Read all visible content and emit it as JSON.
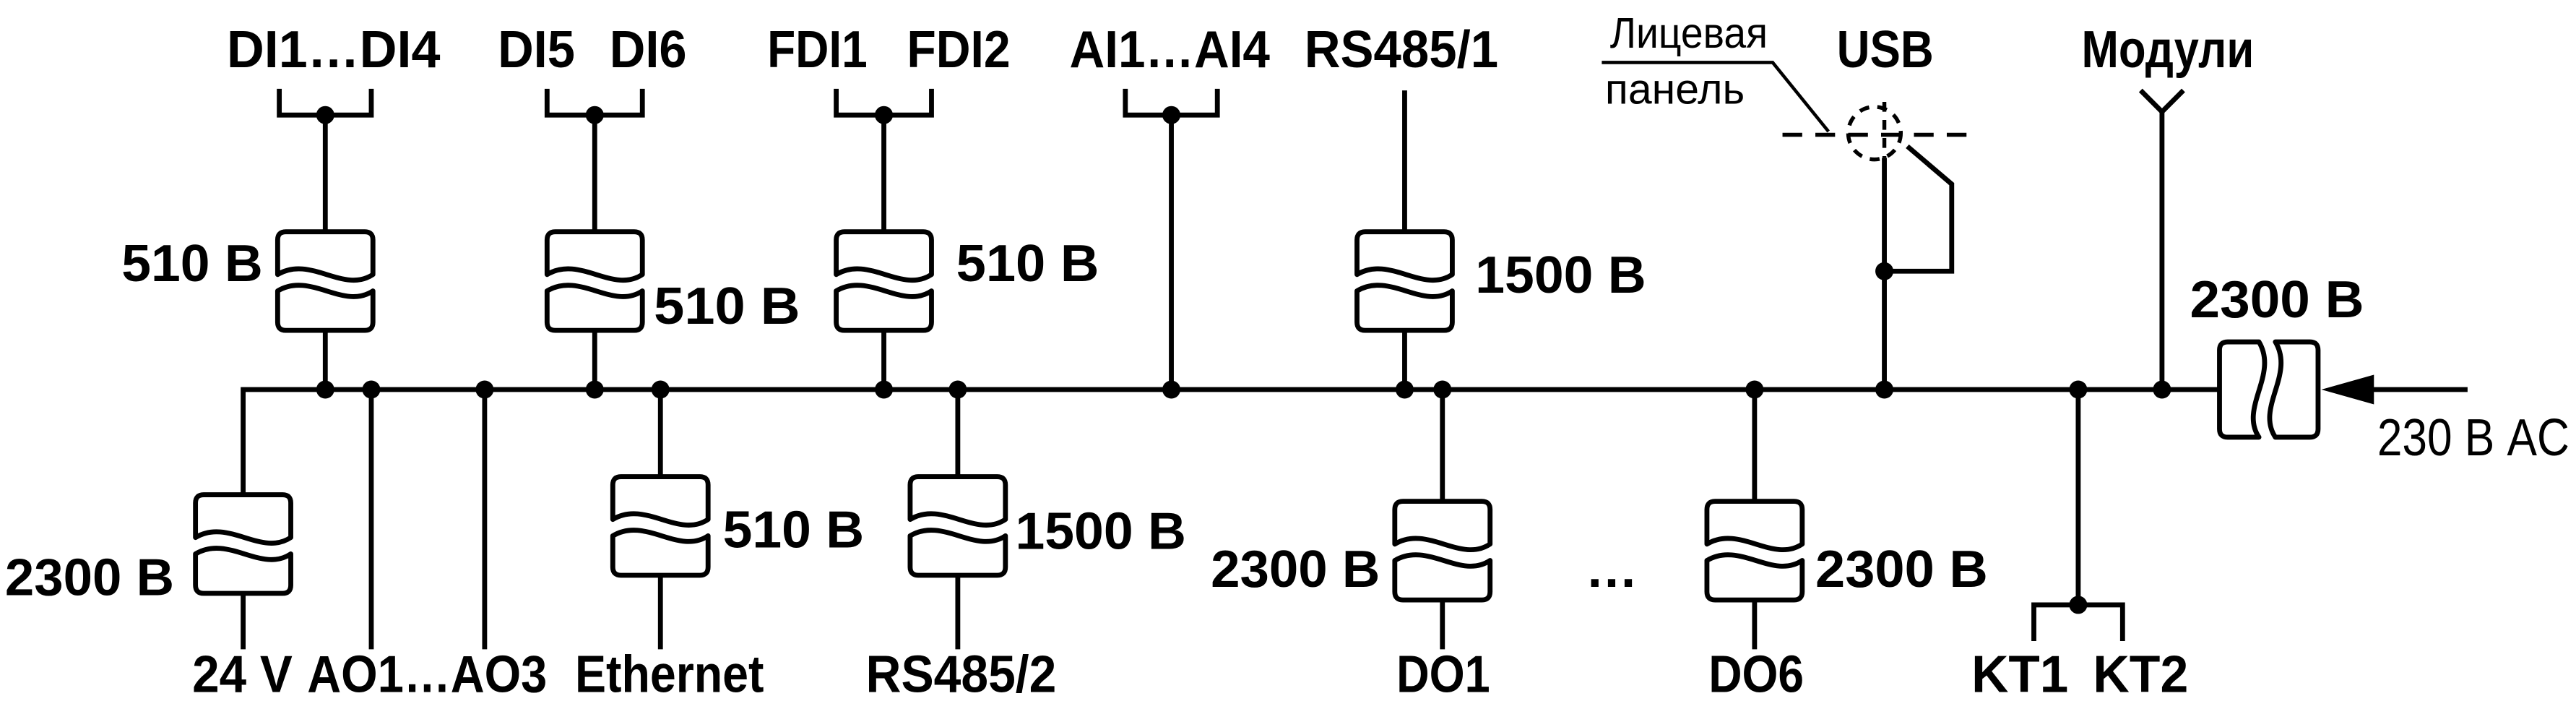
{
  "top": {
    "di1_di4": {
      "label": "DI1…DI4",
      "isolation": "510 В"
    },
    "di5_di6": {
      "labels": [
        "DI5",
        "DI6"
      ],
      "isolation": "510 В"
    },
    "fdi": {
      "labels": [
        "FDI1",
        "FDI2"
      ],
      "isolation": "510 В"
    },
    "ai": {
      "label": "AI1…AI4"
    },
    "rs485_1": {
      "label": "RS485/1",
      "isolation": "1500 В"
    },
    "usb": {
      "label": "USB",
      "callout": [
        "Лицевая",
        "панель"
      ]
    },
    "modules": {
      "label": "Модули"
    }
  },
  "power": {
    "isolation": "2300 В",
    "input": "230 В AC"
  },
  "bottom": {
    "supply": {
      "label": "24 V",
      "isolation": "2300 В"
    },
    "ao": {
      "label": "AO1…AO3"
    },
    "ethernet": {
      "label": "Ethernet",
      "isolation": "510 В"
    },
    "rs485_2": {
      "label": "RS485/2",
      "isolation": "1500 В"
    },
    "do1": {
      "label": "DO1",
      "isolation": "2300 В"
    },
    "more": "…",
    "do6": {
      "label": "DO6",
      "isolation": "2300 В"
    },
    "kt": {
      "labels": [
        "KT1",
        "KT2"
      ]
    }
  }
}
